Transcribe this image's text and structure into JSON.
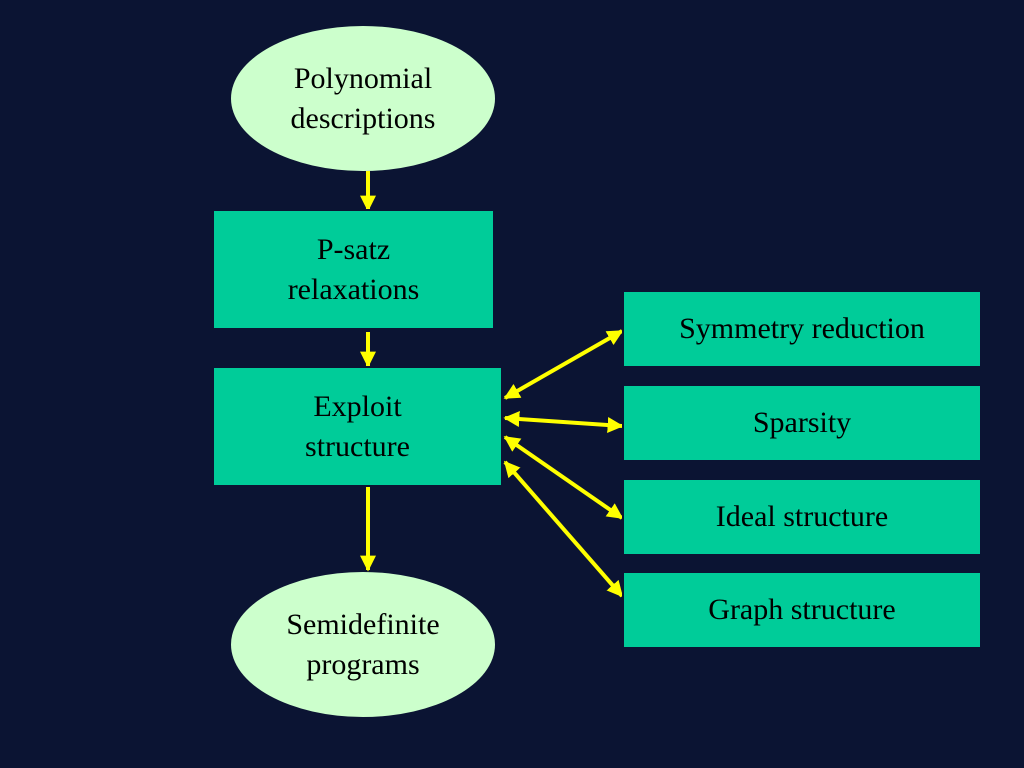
{
  "colors": {
    "background": "#0b1433",
    "ellipse_fill": "#ccffcc",
    "box_fill": "#00cc99",
    "arrow": "#ffff00"
  },
  "nodes": {
    "polynomial": {
      "label": "Polynomial\ndescriptions"
    },
    "psatz": {
      "label": "P-satz\nrelaxations"
    },
    "exploit": {
      "label": "Exploit\nstructure"
    },
    "semidefinite": {
      "label": "Semidefinite\nprograms"
    },
    "symmetry": {
      "label": "Symmetry reduction"
    },
    "sparsity": {
      "label": "Sparsity"
    },
    "ideal": {
      "label": "Ideal structure"
    },
    "graph": {
      "label": "Graph structure"
    }
  }
}
